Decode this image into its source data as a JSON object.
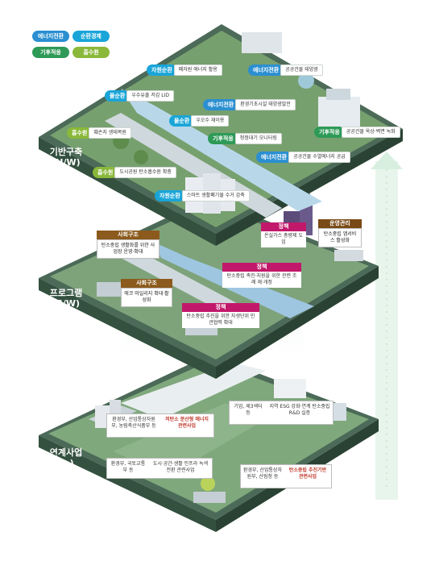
{
  "legend": {
    "items": [
      {
        "label": "에너지전환",
        "color": "#2b8fd1"
      },
      {
        "label": "순환경제",
        "color": "#1aa5d8"
      },
      {
        "label": "기후적응",
        "color": "#2e9a57"
      },
      {
        "label": "흡수원",
        "color": "#8ab83a"
      }
    ]
  },
  "layers": {
    "hw": "기반구축\n(H/W)",
    "sw": "프로그램\n(S/W)",
    "link": "연계사업\n(+)"
  },
  "hw_tags": [
    {
      "key": "자원순환",
      "desc": "폐자원 에너지 활용",
      "color": "#1aa5d8"
    },
    {
      "key": "에너지전환",
      "desc": "공공건물 태양광",
      "color": "#2b8fd1"
    },
    {
      "key": "물순환",
      "desc": "우수유출 저감 LID",
      "color": "#1aa5d8"
    },
    {
      "key": "에너지전환",
      "desc": "환경기초시설 태양광발전",
      "color": "#2b8fd1"
    },
    {
      "key": "물순환",
      "desc": "우오수 재이용",
      "color": "#1aa5d8"
    },
    {
      "key": "흡수원",
      "desc": "훼손지 생태복원",
      "color": "#8ab83a"
    },
    {
      "key": "기후적응",
      "desc": "공공건물 옥상·벽면 녹화",
      "color": "#2e9a57"
    },
    {
      "key": "기후적응",
      "desc": "청정대기 모니터링",
      "color": "#2e9a57"
    },
    {
      "key": "에너지전환",
      "desc": "공공건물 수열에너지 공급",
      "color": "#2b8fd1"
    },
    {
      "key": "흡수원",
      "desc": "도시공원 탄소흡수원 확충",
      "color": "#8ab83a"
    },
    {
      "key": "자원순환",
      "desc": "스마트 생활폐기물 수거 감축",
      "color": "#1aa5d8"
    }
  ],
  "sw_boxes": [
    {
      "title": "사회구조",
      "body": "탄소중립 생활화를 위한 사업장 운영·확대",
      "color": "#8b5a1c"
    },
    {
      "title": "사회구조",
      "body": "에코 마일리지 확대·활성화",
      "color": "#8b5a1c"
    },
    {
      "title": "운영관리",
      "body": "탄소중립 앱서비스 활성화",
      "color": "#7a4a16"
    }
  ],
  "sw_policies": [
    {
      "title": "정책",
      "body": "온실가스 총량제 도입",
      "color": "#c2186b"
    },
    {
      "title": "정책",
      "body": "탄소중립 촉진·지원을 위한 관련 조례 제·개정",
      "color": "#c2186b"
    },
    {
      "title": "정책",
      "body": "탄소중립 추진을 위한 자생단위 민관협력 확대",
      "color": "#c2186b"
    }
  ],
  "link_boxes": [
    {
      "left": "환경부, 산업통상자원부, 농림축산식품부 등",
      "right": "저탄소 분산형 에너지 관련사업"
    },
    {
      "left": "기업, 제3섹터 등",
      "right": "지역 ESG 강화·연계 탄소중립 R&D 실증"
    },
    {
      "left": "환경부, 국토교통부 등",
      "right": "도시·공간·생활 인프라 녹색전환 관련사업"
    },
    {
      "left": "환경부, 산업통상자원부, 산림청 등",
      "right": "탄소중립 추진기반 관련사업"
    }
  ]
}
